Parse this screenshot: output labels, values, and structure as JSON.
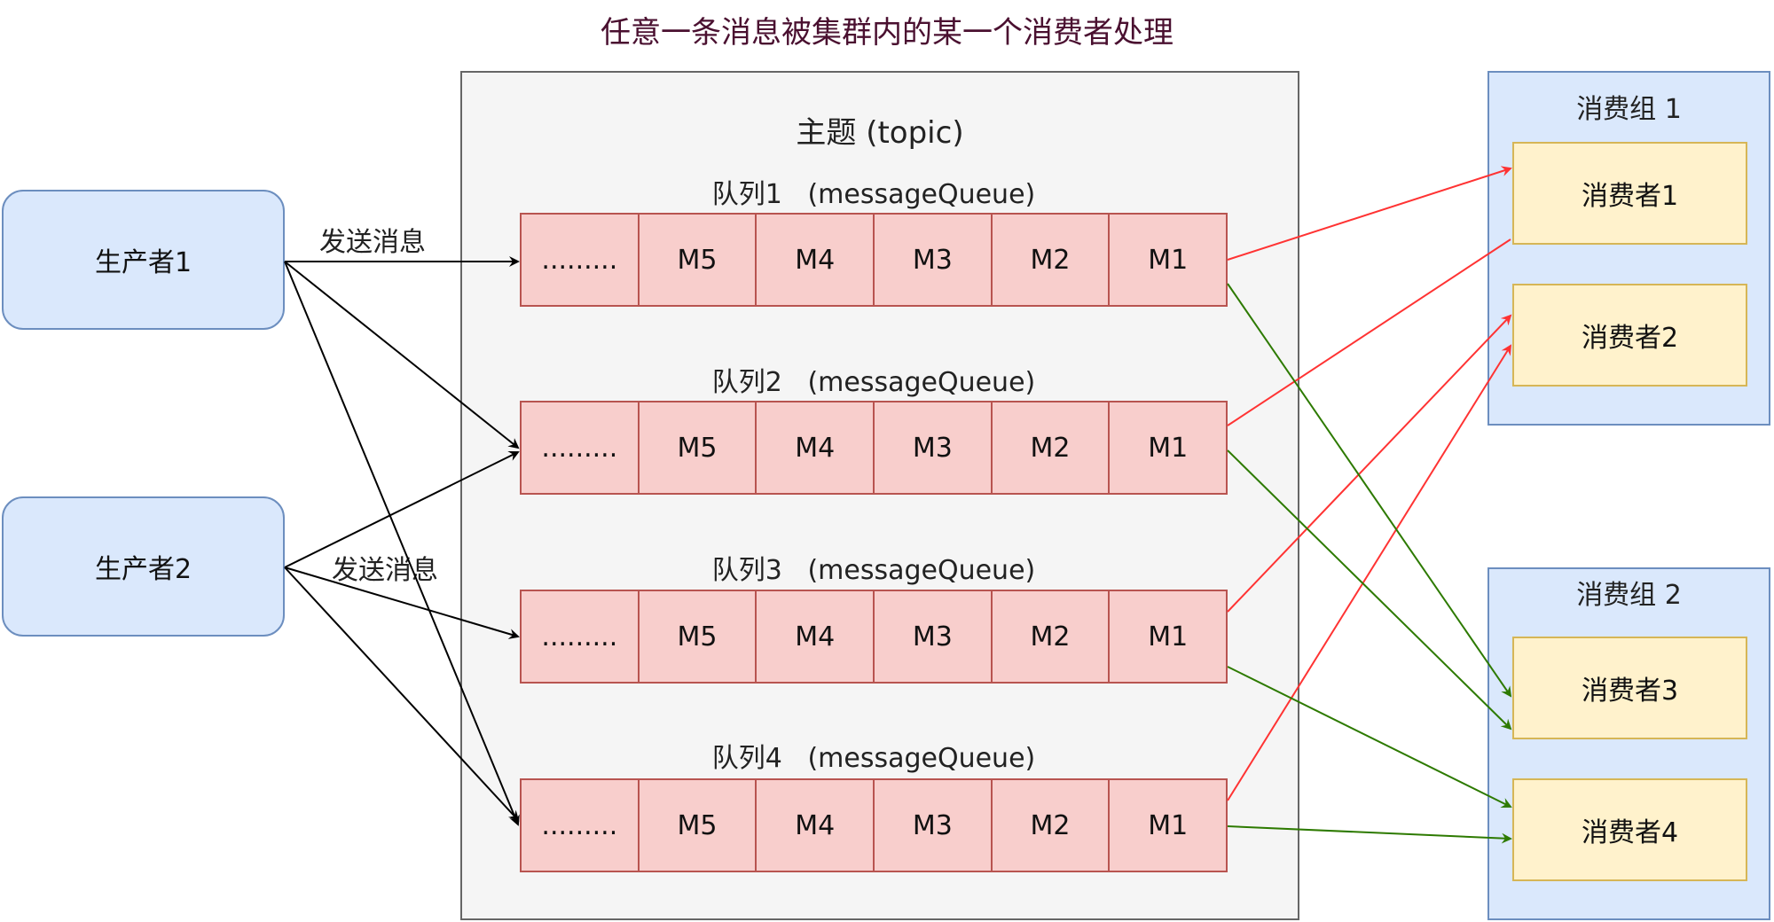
{
  "diagram": {
    "title": "任意一条消息被集群内的某一个消费者处理",
    "topic_title": "主题 (topic)",
    "producers": [
      {
        "label": "生产者1"
      },
      {
        "label": "生产者2"
      }
    ],
    "send_label_1": "发送消息",
    "send_label_2": "发送消息",
    "queues": [
      {
        "label": "队列1   (messageQueue)",
        "cells": [
          ".........",
          "M5",
          "M4",
          "M3",
          "M2",
          "M1"
        ]
      },
      {
        "label": "队列2   (messageQueue)",
        "cells": [
          ".........",
          "M5",
          "M4",
          "M3",
          "M2",
          "M1"
        ]
      },
      {
        "label": "队列3   (messageQueue)",
        "cells": [
          ".........",
          "M5",
          "M4",
          "M3",
          "M2",
          "M1"
        ]
      },
      {
        "label": "队列4   (messageQueue)",
        "cells": [
          ".........",
          "M5",
          "M4",
          "M3",
          "M2",
          "M1"
        ]
      }
    ],
    "groups": [
      {
        "title": "消费组 1",
        "consumers": [
          "消费者1",
          "消费者2"
        ]
      },
      {
        "title": "消费组 2",
        "consumers": [
          "消费者3",
          "消费者4"
        ]
      }
    ],
    "colors": {
      "producer_fill": "#dae8fc",
      "producer_stroke": "#6c8ebf",
      "queue_cell_fill": "#f8cecc",
      "queue_cell_stroke": "#b85450",
      "consumer_fill": "#fff2cc",
      "consumer_stroke": "#d6b656",
      "topic_fill": "#f5f5f5",
      "group1_arrow": "#ff3333",
      "group2_arrow": "#2d7a00",
      "producer_arrow": "#000000",
      "title_text": "#4a1030"
    }
  }
}
